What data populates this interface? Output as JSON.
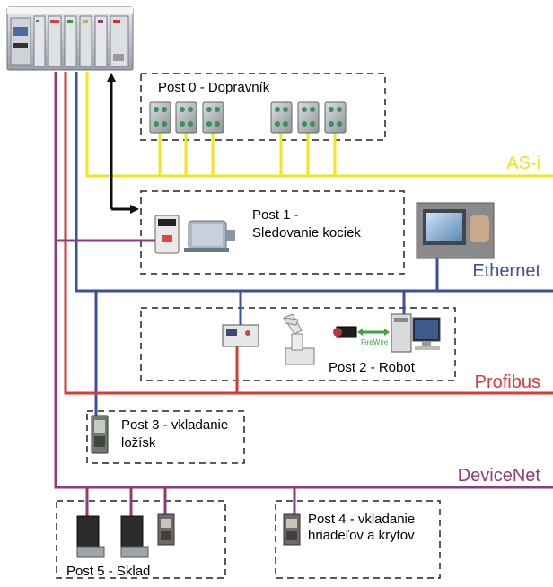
{
  "stations": {
    "post0": {
      "label": "Post 0 - Dopravník"
    },
    "post1": {
      "line1": "Post 1 -",
      "line2": "Sledovanie kociek"
    },
    "post2": {
      "label": "Post 2 - Robot",
      "firewire": "FireWire"
    },
    "post3": {
      "line1": "Post 3 - vkladanie",
      "line2": "ložísk"
    },
    "post4": {
      "line1": "Post 4 - vkladanie",
      "line2": "hriadeľov a krytov"
    },
    "post5": {
      "label": "Post 5 - Sklad"
    }
  },
  "networks": {
    "asi": {
      "label": "AS-i",
      "color": "#f2e51c"
    },
    "ethernet": {
      "label": "Ethernet",
      "color": "#3f4f9f"
    },
    "profibus": {
      "label": "Profibus",
      "color": "#d93a37"
    },
    "devicenet": {
      "label": "DeviceNet",
      "color": "#8e3d7a"
    }
  }
}
